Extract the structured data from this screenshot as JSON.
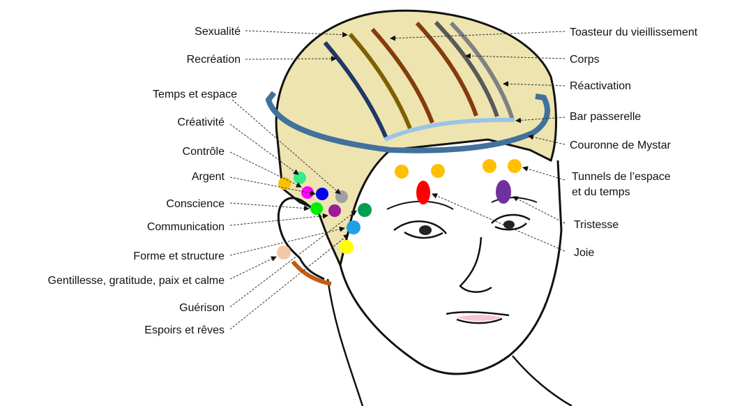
{
  "labels_left": [
    {
      "text": "Sexualité"
    },
    {
      "text": "Recréation"
    },
    {
      "text": "Temps et espace"
    },
    {
      "text": "Créativité"
    },
    {
      "text": "Contrôle"
    },
    {
      "text": "Argent"
    },
    {
      "text": "Conscience"
    },
    {
      "text": "Communication"
    },
    {
      "text": "Forme et structure"
    },
    {
      "text": "Gentillesse, gratitude, paix et calme"
    },
    {
      "text": "Guérison"
    },
    {
      "text": "Espoirs et rêves"
    }
  ],
  "labels_right": [
    {
      "text": "Toasteur du vieillissement"
    },
    {
      "text": "Corps"
    },
    {
      "text": "Réactivation"
    },
    {
      "text": "Bar passerelle"
    },
    {
      "text": "Couronne de Mystar"
    },
    {
      "text": "Tunnels de l’espace",
      "text2": "et du temps"
    },
    {
      "text": "Tristesse"
    },
    {
      "text": "Joie"
    }
  ],
  "colors": {
    "hair": "#ede4b0",
    "crown": "#41719c",
    "bar": "#9dc3e6",
    "navy": "#203864",
    "olive": "#7f6000",
    "brown": "#843c0c",
    "dark_gray": "#595959",
    "gray": "#808080"
  }
}
